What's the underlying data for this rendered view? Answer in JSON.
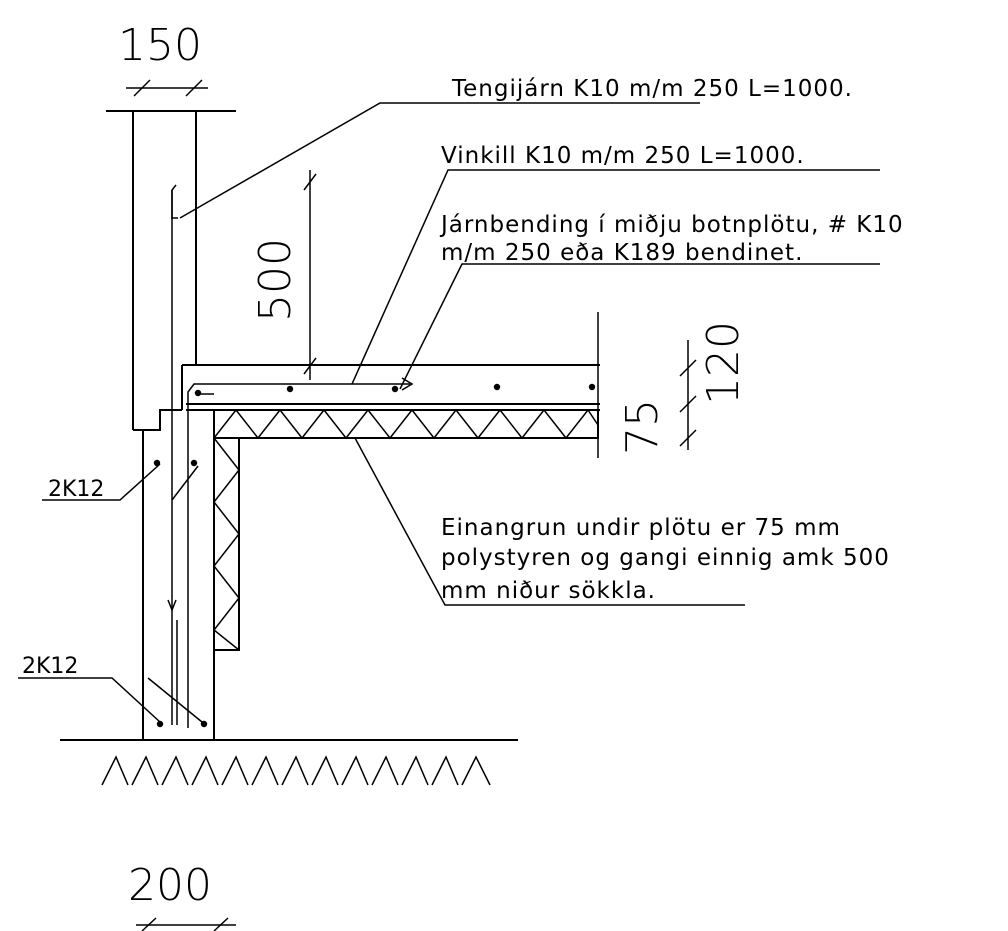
{
  "dimensions": {
    "wall_top_thickness": "150",
    "footing_thickness": "200",
    "lap_length": "500",
    "insulation_thickness": "75",
    "slab_thickness": "120"
  },
  "labels": {
    "tie_bars": "Tengijárn K10 m/m 250 L=1000.",
    "angle_bars": "Vinkill K10 m/m 250 L=1000.",
    "slab_reinforcement_line1": "Járnbending í miðju botnplötu, # K10",
    "slab_reinforcement_line2": "m/m 250 eða K189 bendinet.",
    "insulation_line1": "Einangrun  undir  plötu er  75 mm",
    "insulation_line2": "polystyren og gangi einnig amk 500",
    "insulation_line3": "mm niður sökkla.",
    "upper_rebar": "2K12",
    "lower_rebar": "2K12"
  }
}
